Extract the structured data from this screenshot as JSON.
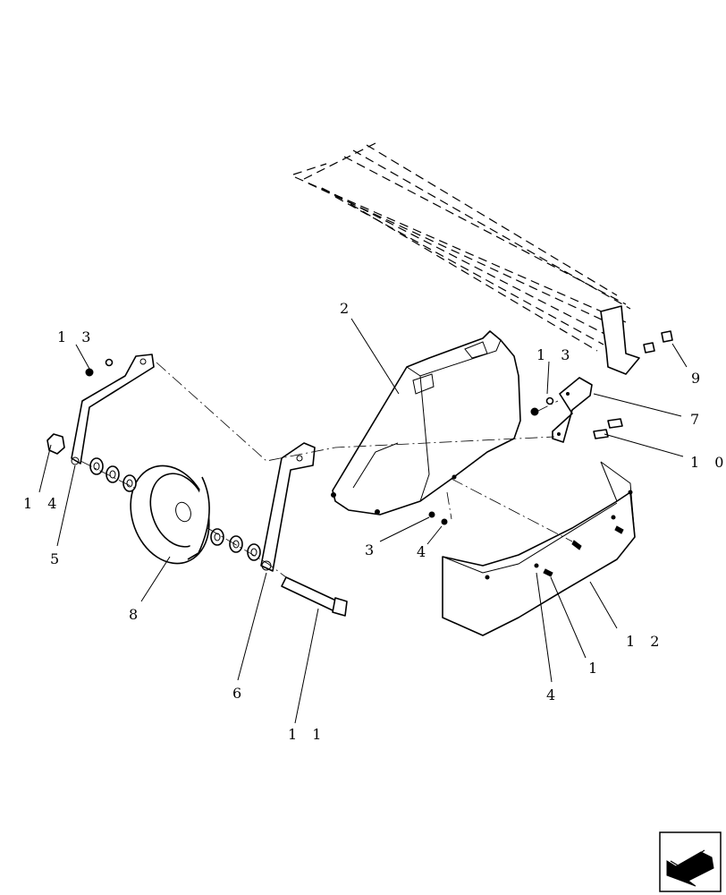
{
  "diagram": {
    "callouts": [
      {
        "id": "c2",
        "text": "2"
      },
      {
        "id": "c13a",
        "text": "1 3"
      },
      {
        "id": "c13b",
        "text": "1 3"
      },
      {
        "id": "c14",
        "text": "1 4"
      },
      {
        "id": "c5",
        "text": "5"
      },
      {
        "id": "c8",
        "text": "8"
      },
      {
        "id": "c6",
        "text": "6"
      },
      {
        "id": "c11",
        "text": "1 1"
      },
      {
        "id": "c3",
        "text": "3"
      },
      {
        "id": "c4a",
        "text": "4"
      },
      {
        "id": "c4b",
        "text": "4"
      },
      {
        "id": "c1",
        "text": "1"
      },
      {
        "id": "c12",
        "text": "1 2"
      },
      {
        "id": "c9",
        "text": "9"
      },
      {
        "id": "c7",
        "text": "7"
      },
      {
        "id": "c10",
        "text": "1 0"
      }
    ],
    "nav_icon": "next-page-arrow-icon"
  }
}
